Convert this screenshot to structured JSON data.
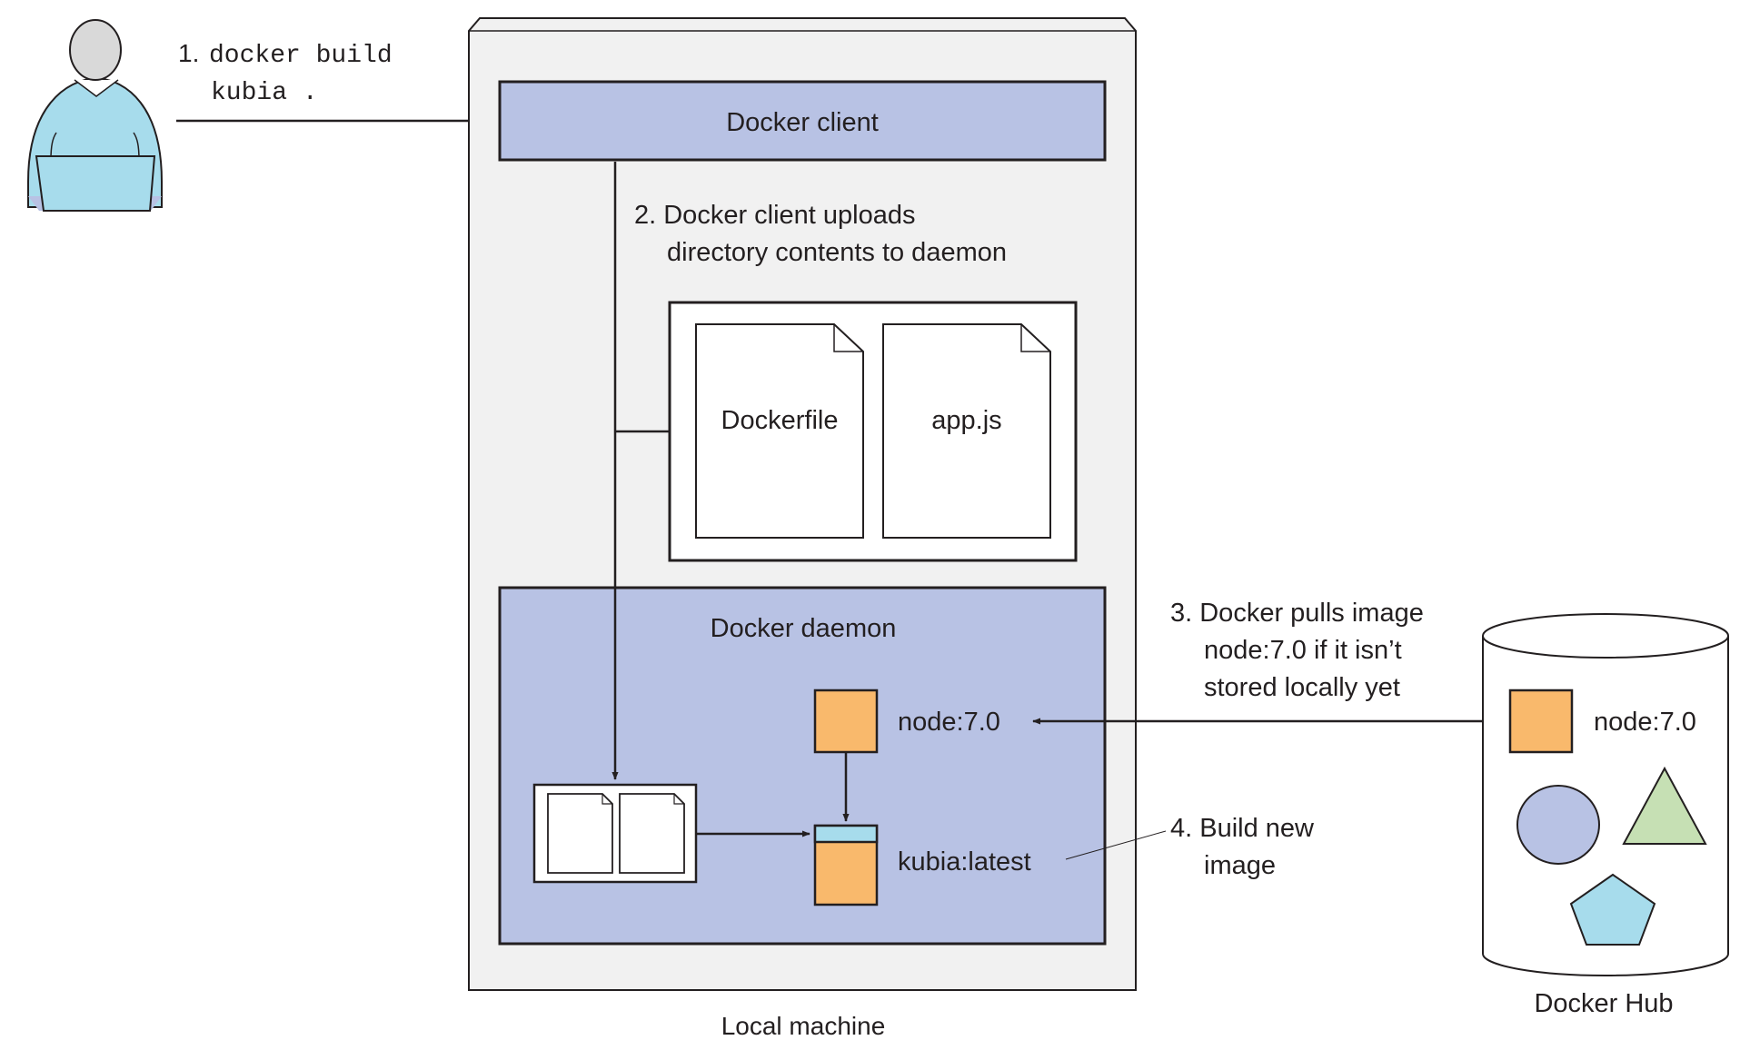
{
  "steps": {
    "step1": {
      "number": "1.",
      "command_line1": "docker build",
      "command_line2": "kubia ."
    },
    "step2": {
      "line1": "2. Docker client uploads",
      "line2": "directory contents to daemon"
    },
    "step3": {
      "line1": "3. Docker pulls image",
      "line2": "node:7.0 if it isn’t",
      "line3": "stored locally yet"
    },
    "step4": {
      "line1": "4. Build new",
      "line2": "image"
    }
  },
  "local_machine": {
    "label": "Local machine",
    "docker_client_label": "Docker client",
    "files": [
      "Dockerfile",
      "app.js"
    ],
    "docker_daemon": {
      "label": "Docker daemon",
      "base_image": "node:7.0",
      "built_image": "kubia:latest"
    }
  },
  "docker_hub": {
    "label": "Docker Hub",
    "image": "node:7.0"
  },
  "colors": {
    "box_fill": "#b8c2e4",
    "machine_fill": "#f1f1f1",
    "image_orange": "#f9b96c",
    "image_layer_blue": "#a7dcec",
    "circle_blue": "#b8c2e4",
    "triangle_green": "#c6e0b4",
    "pentagon_cyan": "#a7dcec",
    "user_shirt": "#a7dcec",
    "user_head": "#d9d9d9",
    "laptop_shadow": "#b8c2e4",
    "stroke": "#231f20"
  }
}
